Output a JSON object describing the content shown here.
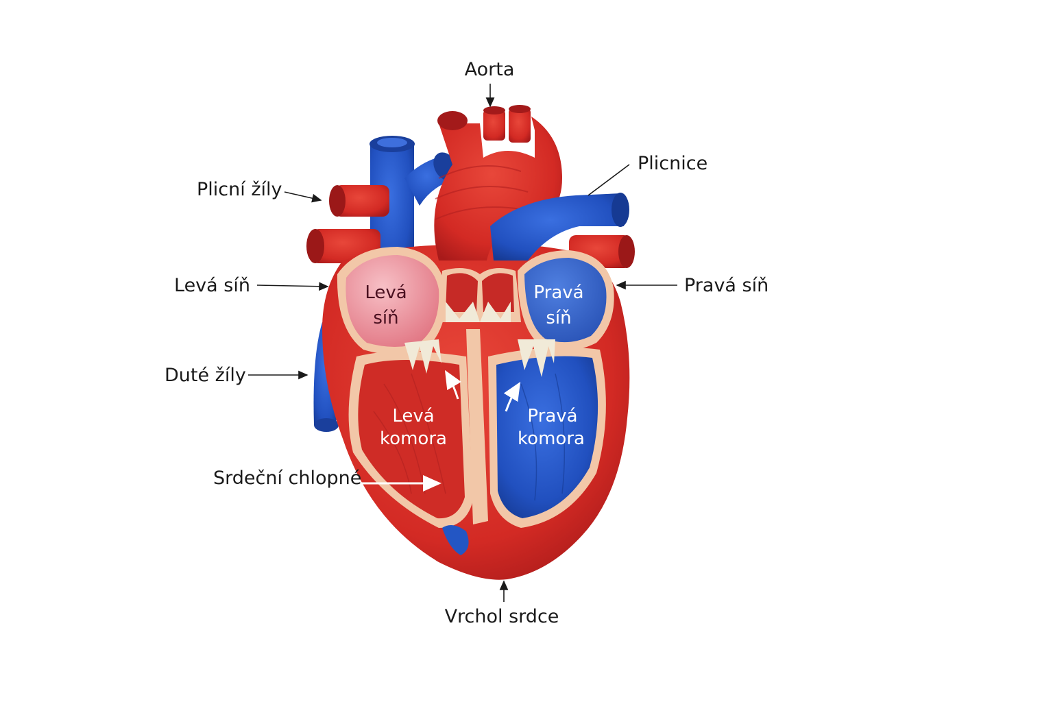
{
  "labels": {
    "aorta": "Aorta",
    "pulmonary_artery": "Plicnice",
    "pulmonary_veins": "Plicní žíly",
    "left_atrium": "Levá síň",
    "right_atrium": "Pravá síň",
    "vena_cava": "Duté žíly",
    "heart_valves": "Srdeční chlopné",
    "apex": "Vrchol srdce"
  },
  "chambers": {
    "left_atrium": [
      "Levá",
      "síň"
    ],
    "right_atrium": [
      "Pravá",
      "síň"
    ],
    "left_ventricle": [
      "Levá",
      "komora"
    ],
    "right_ventricle": [
      "Pravá",
      "komora"
    ]
  },
  "colors": {
    "oxygenated": "#d8322b",
    "deoxygenated": "#2356c4",
    "tissue": "#f2c7a8",
    "left_atrium_fill": "#ee8f9c",
    "valve": "#f1ead8",
    "label_text": "#1a1a1a"
  }
}
